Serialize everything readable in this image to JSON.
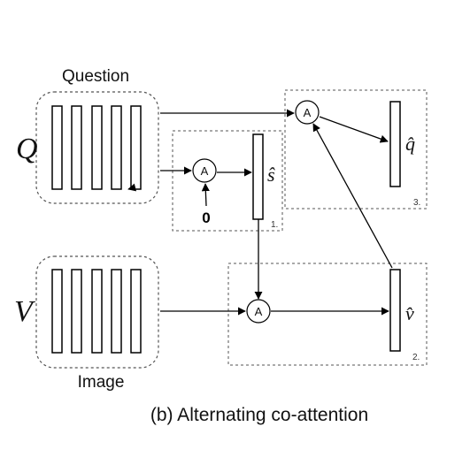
{
  "question_label": "Question",
  "image_label": "Image",
  "q_symbol": "Q",
  "v_symbol": "V",
  "attention_symbol": "A",
  "zero_input": "0",
  "s_hat": "ŝ",
  "q_hat": "q̂",
  "v_hat": "v̂",
  "step1_label": "1.",
  "step2_label": "2.",
  "step3_label": "3.",
  "caption": "(b) Alternating co-attention"
}
